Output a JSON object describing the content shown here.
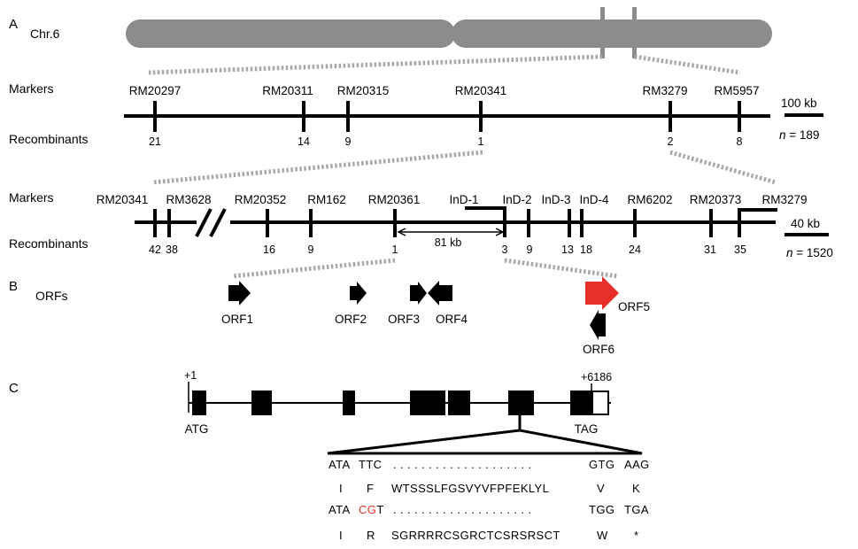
{
  "panels": {
    "a": "A",
    "b": "B",
    "c": "C"
  },
  "chromosome": {
    "label": "Chr.6"
  },
  "map1": {
    "markers_label": "Markers",
    "recombinants_label": "Recombinants",
    "markers": [
      "RM20297",
      "RM20311",
      "RM20315",
      "RM20341",
      "RM3279",
      "RM5957"
    ],
    "recombinants": [
      "21",
      "14",
      "9",
      "1",
      "2",
      "8"
    ],
    "scale": "100 kb",
    "n_symbol": "n",
    "n_value": " = 189"
  },
  "map2": {
    "markers_label": "Markers",
    "recombinants_label": "Recombinants",
    "markers": [
      "RM20341",
      "RM3628",
      "RM20352",
      "RM162",
      "RM20361",
      "InD-1",
      "InD-2",
      "InD-3",
      "InD-4",
      "RM6202",
      "RM20373",
      "RM3279"
    ],
    "recombinants": [
      "42",
      "38",
      "16",
      "9",
      "1",
      "3",
      "9",
      "13",
      "18",
      "24",
      "31",
      "35"
    ],
    "interval": "81 kb",
    "scale": "40 kb",
    "n_symbol": "n",
    "n_value": " = 1520"
  },
  "orfs": {
    "label": "ORFs",
    "items": [
      "ORF1",
      "ORF2",
      "ORF3",
      "ORF4",
      "ORF5",
      "ORF6"
    ],
    "candidate_color": "#e8302a"
  },
  "gene": {
    "start": "+1",
    "end": "+6186",
    "start_codon": "ATG",
    "stop_codon": "TAG"
  },
  "sequence": {
    "wt_dna": {
      "c1": "ATA",
      "c2": "TTC",
      "dots": ". . . . . . . . . . . . . . . . . . . .",
      "c3": "GTG",
      "c4": "AAG"
    },
    "wt_protein": {
      "a1": "I",
      "a2": "F",
      "mid": "WTSSSLFGSVYVFPFEKLYL",
      "a3": "V",
      "a4": "K"
    },
    "mut_dna": {
      "c1": "ATA",
      "c2_mut": "CG",
      "c2_rest": "T",
      "dots": ". . . . . . . . . . . . . . . . . . . .",
      "c3": "TGG",
      "c4": "TGA"
    },
    "mut_protein": {
      "a1": "I",
      "a2": "R",
      "mid": "SGRRRRCSGRCTCSRSRSCT",
      "a3": "W",
      "a4": "*"
    },
    "mutation_color": "#e8302a"
  }
}
